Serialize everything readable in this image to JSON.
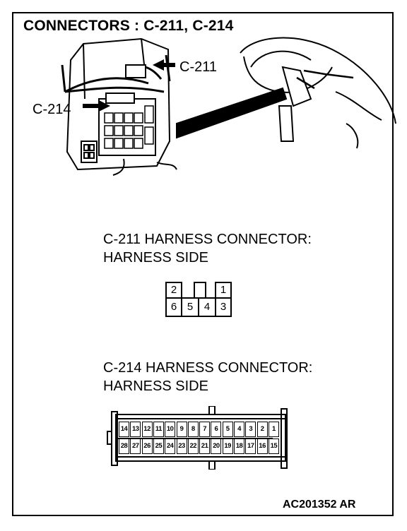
{
  "title": "CONNECTORS : C-211, C-214",
  "callouts": {
    "c211": "C-211",
    "c214": "C-214"
  },
  "c211_section": {
    "heading_line1": "C-211 HARNESS CONNECTOR:",
    "heading_line2": "HARNESS SIDE",
    "top_row": [
      "2",
      "",
      "1"
    ],
    "bottom_row": [
      "6",
      "5",
      "4",
      "3"
    ]
  },
  "c214_section": {
    "heading_line1": "C-214 HARNESS CONNECTOR:",
    "heading_line2": "HARNESS SIDE",
    "top_row": [
      "14",
      "13",
      "12",
      "11",
      "10",
      "9",
      "8",
      "7",
      "6",
      "5",
      "4",
      "3",
      "2",
      "1"
    ],
    "bottom_row": [
      "28",
      "27",
      "26",
      "25",
      "24",
      "23",
      "22",
      "21",
      "20",
      "19",
      "18",
      "17",
      "16",
      "15"
    ]
  },
  "figure_id": "AC201352 AR"
}
